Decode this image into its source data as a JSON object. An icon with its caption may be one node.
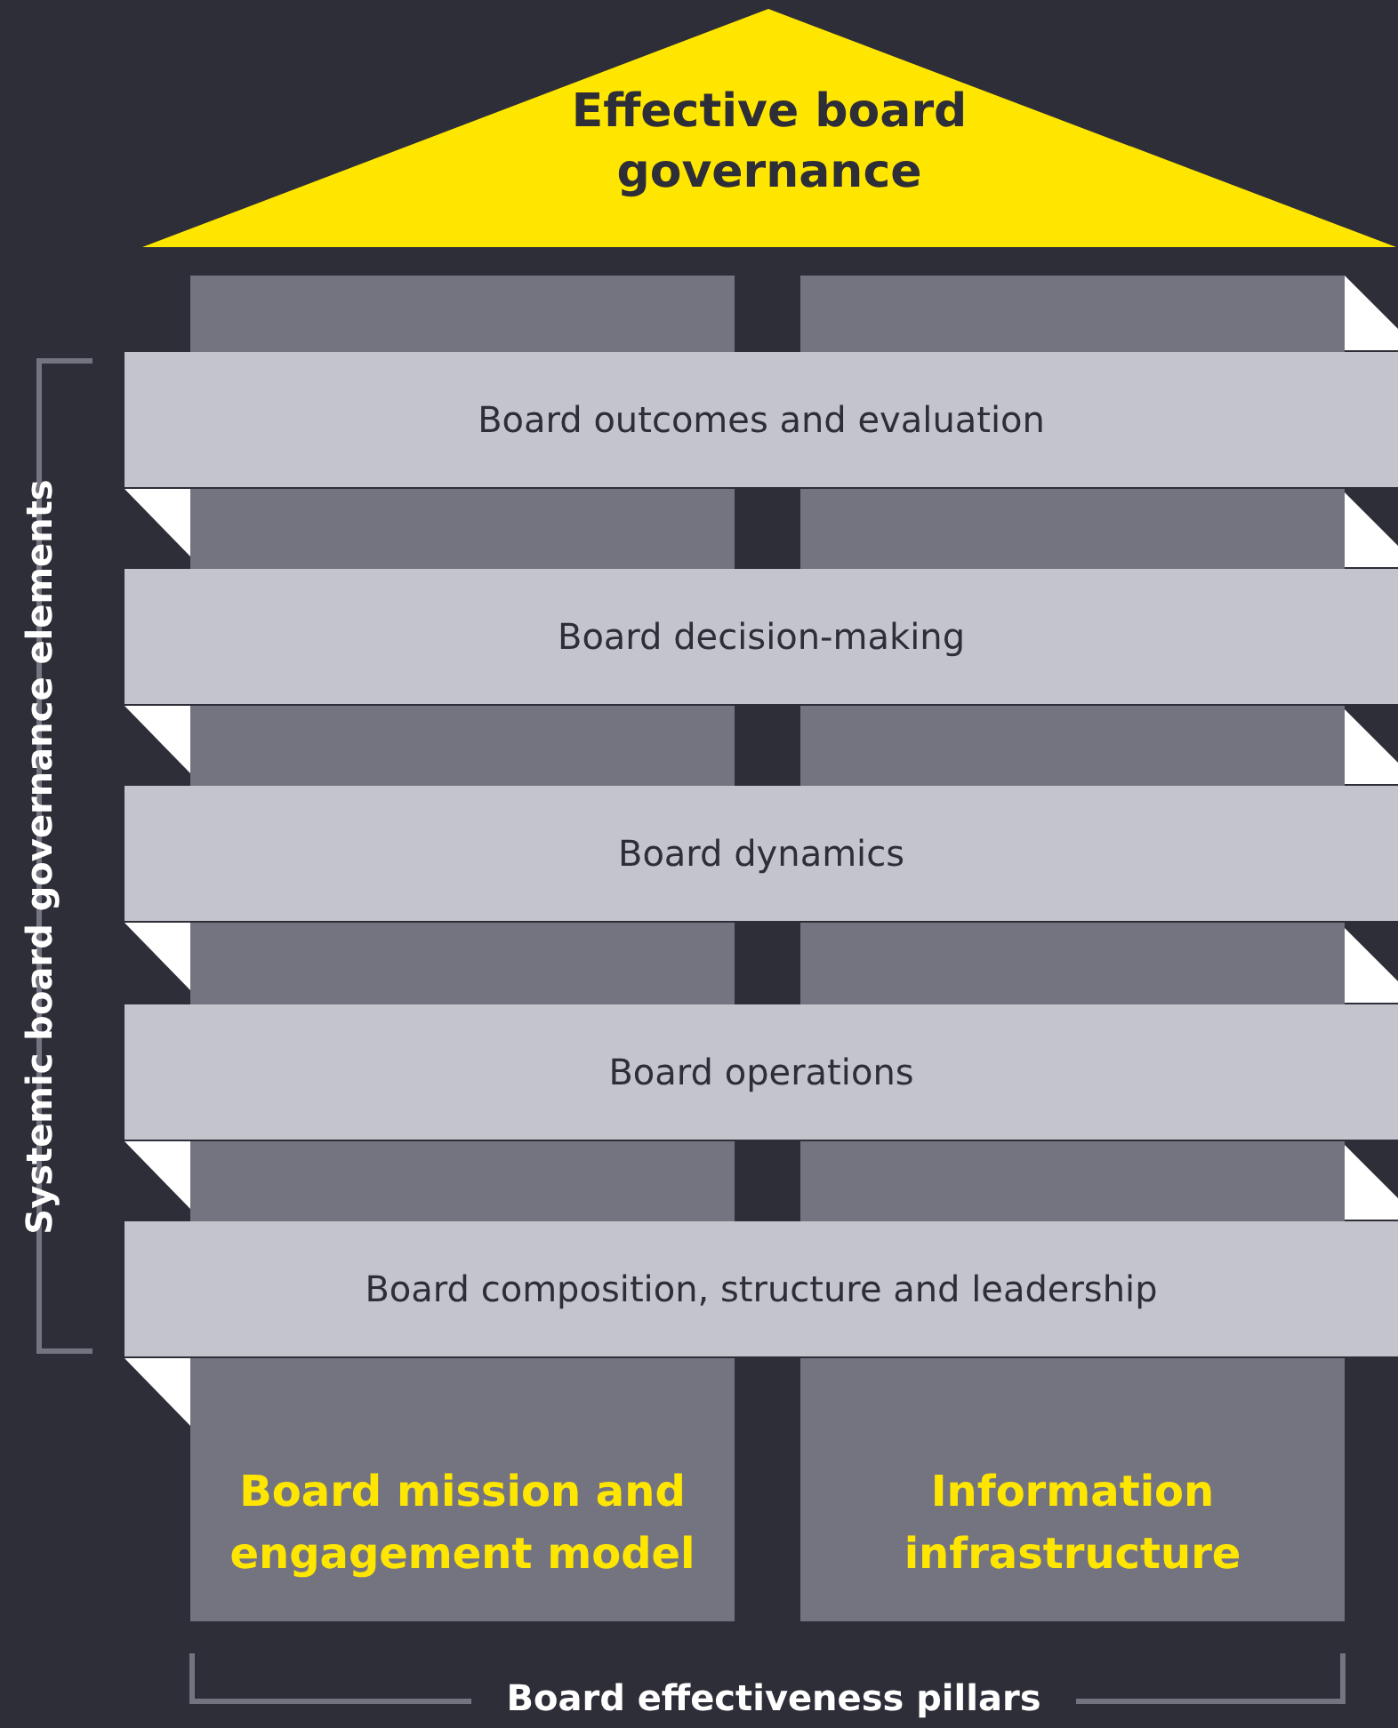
{
  "diagram": {
    "nodes": [
      {
        "text": [
          "Effective board governance"
        ]
      },
      {
        "text": [
          "Board outcomes and evaluation"
        ]
      },
      {
        "text": [
          "Board decision-making"
        ]
      },
      {
        "text": [
          "Board dynamics"
        ]
      },
      {
        "text": [
          "Board operations"
        ]
      },
      {
        "text": [
          "Board composition, structure and leadership"
        ]
      },
      {
        "text": [
          "Board mission and engagement model"
        ]
      },
      {
        "text": [
          "Information infrastructure"
        ]
      }
    ],
    "edges": [],
    "labels": [
      "Systemic board governance elements",
      "Board effectiveness pillars"
    ]
  }
}
